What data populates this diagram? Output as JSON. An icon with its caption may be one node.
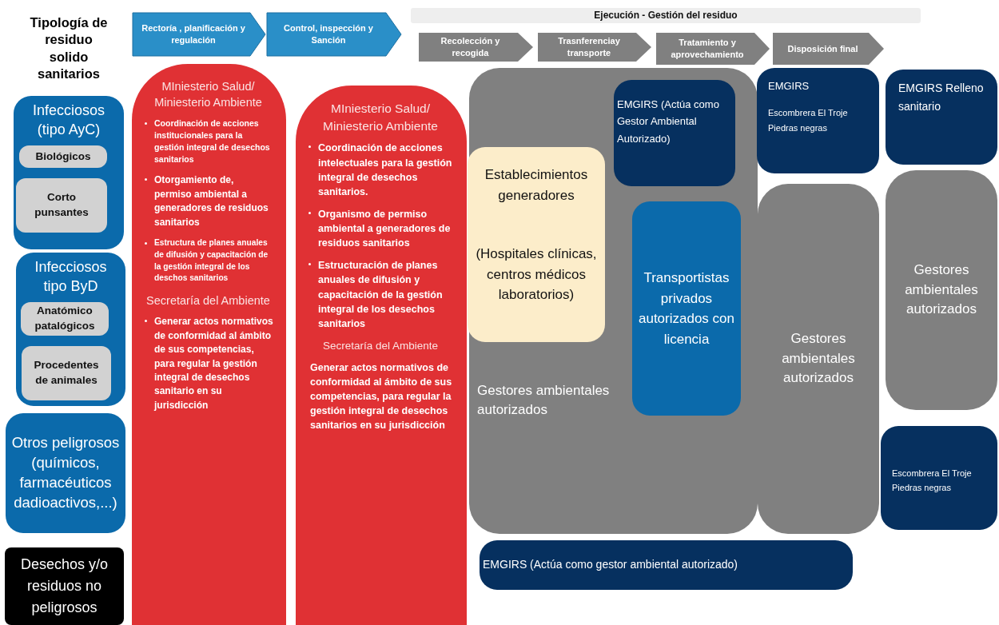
{
  "diagram": {
    "nodes": [
      {
        "text": [
          "Rectoría , planificación y regulación"
        ]
      },
      {
        "text": [
          "Control, inspección y Sanción"
        ]
      },
      {
        "text": [
          "Ejecución - Gestión del residuo"
        ]
      },
      {
        "text": [
          "Recolección y recogida"
        ]
      },
      {
        "text": [
          "Trasnferenciay transporte"
        ]
      },
      {
        "text": [
          "Tratamiento y aprovechamiento"
        ]
      },
      {
        "text": [
          "Disposición final"
        ]
      },
      {
        "text": [
          "Infecciosos (tipo AyC)"
        ]
      },
      {
        "text": [
          "Biológicos"
        ],
        "in": 7
      },
      {
        "text": [
          "Corto punsantes"
        ],
        "in": 7
      },
      {
        "text": [
          "Infecciosos tipo ByD"
        ]
      },
      {
        "text": [
          "Anatómico patalógicos"
        ],
        "in": 10
      },
      {
        "text": [
          "Procedentes de animales"
        ],
        "in": 10
      },
      {
        "text": [
          "Otros peligrosos (químicos, farmacéuticos dadioactivos,...)"
        ]
      },
      {
        "text": [
          "Desechos y/o residuos no peligrosos"
        ]
      },
      {
        "text": [
          "MIniesterio Salud/ Miniesterio Ambiente",
          "Coordinación de acciones institucionales para la gestión integral de desechos sanitarios",
          "Otorgamiento de, permiso ambiental a generadores de residuos sanitarios",
          "Estructura de planes anuales de difusión y capacitación de la gestión integral de los deschos sanitarios",
          "Secretaría del Ambiente",
          "Generar actos normativos de conformidad al ámbito de sus competencias, para regular la gestión integral de desechos sanitario en su jurisdicción"
        ]
      },
      {
        "text": [
          "MIniesterio Salud/ Miniesterio Ambiente",
          "Coordinación de acciones intelectuales para la gestión integral de desechos sanitarios.",
          "Organismo de permiso ambiental a generadores de residuos sanitarios",
          "Estructuración de planes anuales de difusión y capacitación de la gestión integral de los desechos sanitarios",
          "Secretaría del Ambiente",
          "Generar actos normativos de conformidad al ámbito de sus competencias, para regular la gestión integral de desechos sanitarios en su jurisdicción"
        ]
      },
      {
        "text": [
          "Gestores ambientales autorizados"
        ]
      },
      {
        "text": [
          "Establecimientos generadores",
          "(Hospitales clínicas, centros médicos laboratorios)"
        ],
        "in": 17
      },
      {
        "text": [
          "EMGIRS (Actúa como Gestor Ambiental Autorizado)"
        ],
        "in": 17
      },
      {
        "text": [
          "Transportistas privados autorizados con licencia"
        ],
        "in": 17
      },
      {
        "text": [
          "EMGIRS",
          "Escombrera El Troje Piedras negras"
        ]
      },
      {
        "text": [
          "Gestores ambientales autorizados"
        ]
      },
      {
        "text": [
          "EMGIRS Relleno sanitario"
        ]
      },
      {
        "text": [
          "Gestores ambientales autorizados"
        ]
      },
      {
        "text": [
          "Escombrera El Troje Piedras negras"
        ]
      },
      {
        "text": [
          "EMGIRS (Actúa como gestor ambiental autorizado)"
        ]
      }
    ],
    "labels": [
      "Tipología de residuo solido sanitarios"
    ]
  }
}
